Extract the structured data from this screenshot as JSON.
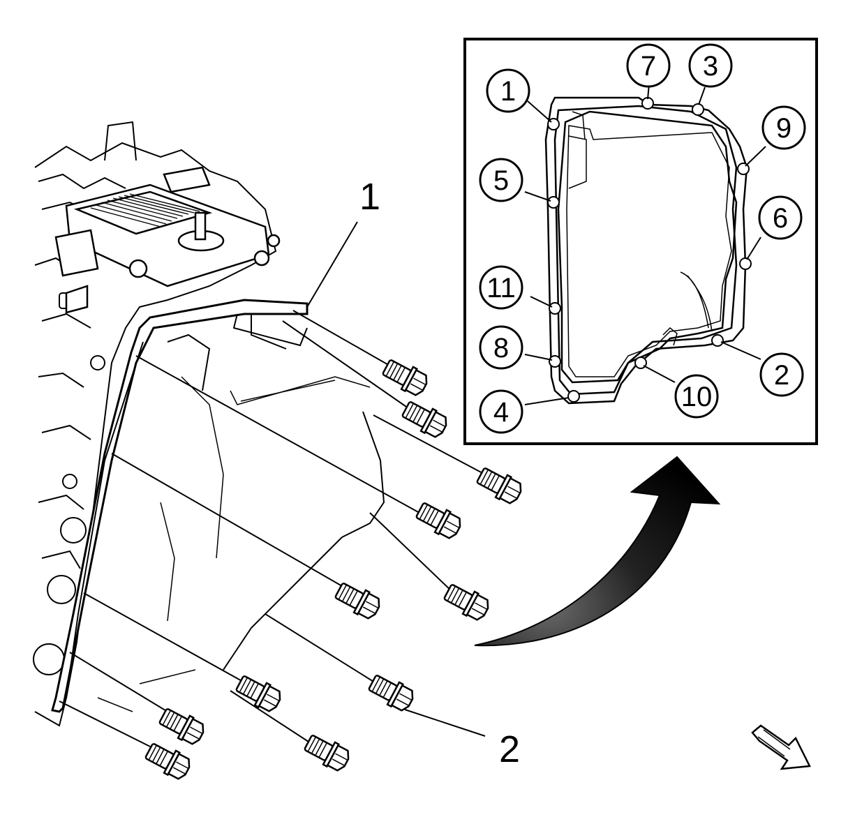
{
  "callouts": {
    "pan_label": "1",
    "bolts_label": "2"
  },
  "sequence": {
    "n1": "1",
    "n2": "2",
    "n3": "3",
    "n4": "4",
    "n5": "5",
    "n6": "6",
    "n7": "7",
    "n8": "8",
    "n9": "9",
    "n10": "10",
    "n11": "11"
  },
  "icons": {
    "curved_arrow": "curved-arrow-icon",
    "view_direction": "view-direction-arrow-icon"
  },
  "colors": {
    "line": "#000000",
    "background": "#ffffff",
    "arrow_fill": "#1a1a1a"
  }
}
